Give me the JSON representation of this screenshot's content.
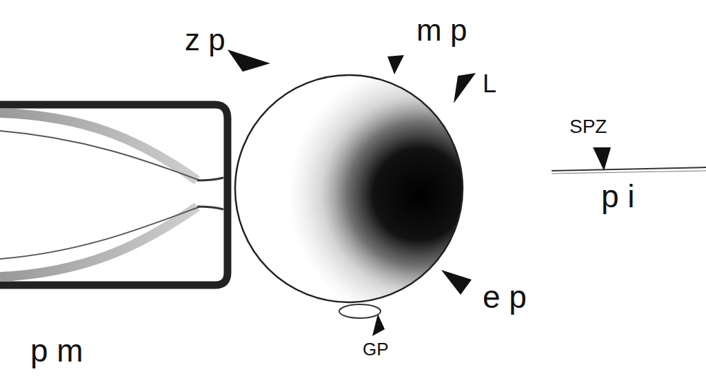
{
  "diagram": {
    "labels": [
      "m p",
      "z p",
      "L",
      "SPZ",
      "p i",
      "e p",
      "p m",
      "GP"
    ]
  }
}
